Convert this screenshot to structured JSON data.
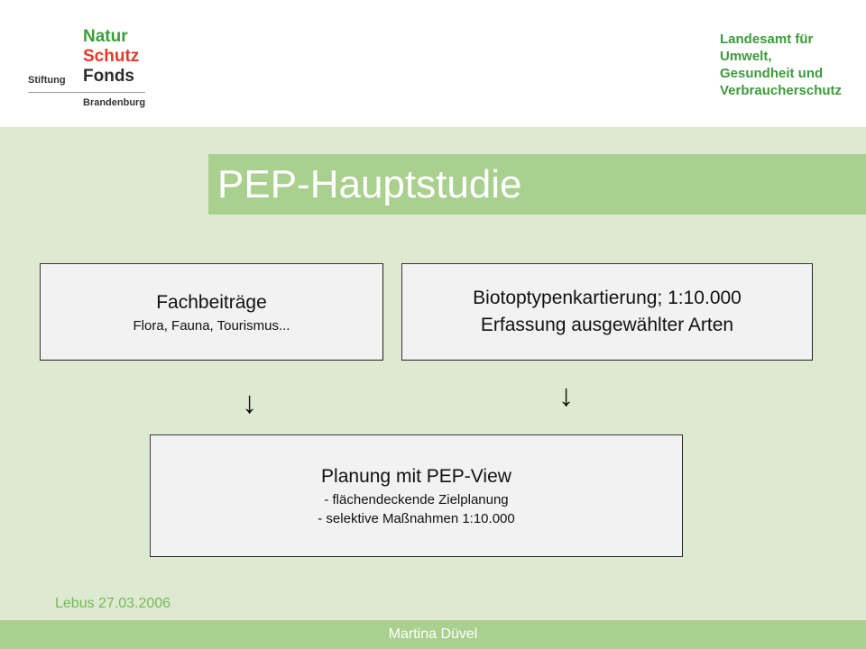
{
  "header": {
    "logo_left": {
      "stiftung": "Stiftung",
      "natur": "Natur",
      "schutz": "Schutz",
      "fonds": "Fonds",
      "brandenburg": "Brandenburg"
    },
    "logo_right": {
      "lines": [
        "Landesamt für",
        "Umwelt,",
        "Gesundheit und",
        "Verbraucherschutz"
      ]
    }
  },
  "title": "PEP-Hauptstudie",
  "boxes": {
    "fachbeitraege": {
      "title": "Fachbeiträge",
      "subtitle": "Flora, Fauna, Tourismus..."
    },
    "biotop": {
      "line1": "Biotoptypenkartierung; 1:10.000",
      "line2": "Erfassung ausgewählter Arten"
    },
    "planung": {
      "title": "Planung mit PEP-View",
      "item1": "- flächendeckende Zielplanung",
      "item2": "- selektive Maßnahmen 1:10.000"
    }
  },
  "arrows": {
    "glyph": "↓"
  },
  "footer": {
    "date": "Lebus 27.03.2006",
    "author": "Martina Düvel"
  },
  "colors": {
    "background": "#dde9d0",
    "accent_green": "#a9d08e",
    "logo_green": "#3d9a3d",
    "logo_red": "#e23a2a"
  }
}
